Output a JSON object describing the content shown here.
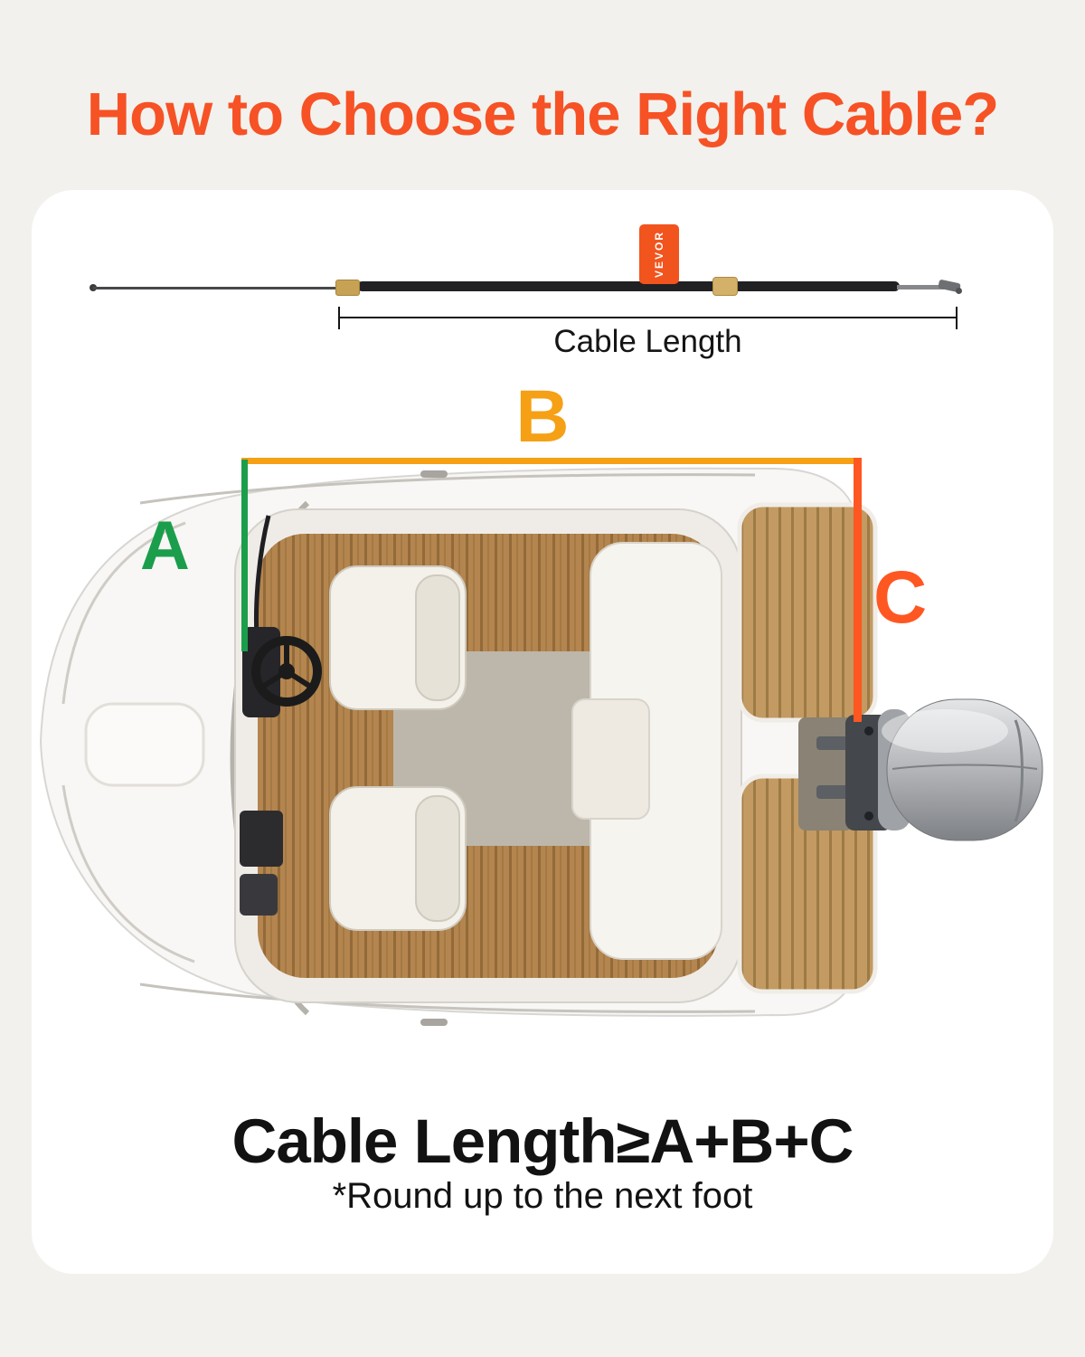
{
  "colors": {
    "page_bg": "#F2F1ED",
    "card_bg": "#FFFFFF",
    "title_orange": "#F65225",
    "measure_a_green": "#1B9E4B",
    "measure_b_amber": "#F5A015",
    "measure_c_orange": "#FF5722",
    "tag_orange": "#F2541D",
    "text_black": "#121212"
  },
  "header": {
    "title": "How to Choose the Right Cable?"
  },
  "cable_figure": {
    "tag_label": "VEVOR",
    "dimension_label": "Cable Length"
  },
  "boat_figure": {
    "measurements": {
      "a": {
        "label": "A"
      },
      "b": {
        "label": "B"
      },
      "c": {
        "label": "C"
      }
    }
  },
  "formula": {
    "equation": "Cable Length≥A+B+C",
    "note": "*Round up to the next foot"
  }
}
